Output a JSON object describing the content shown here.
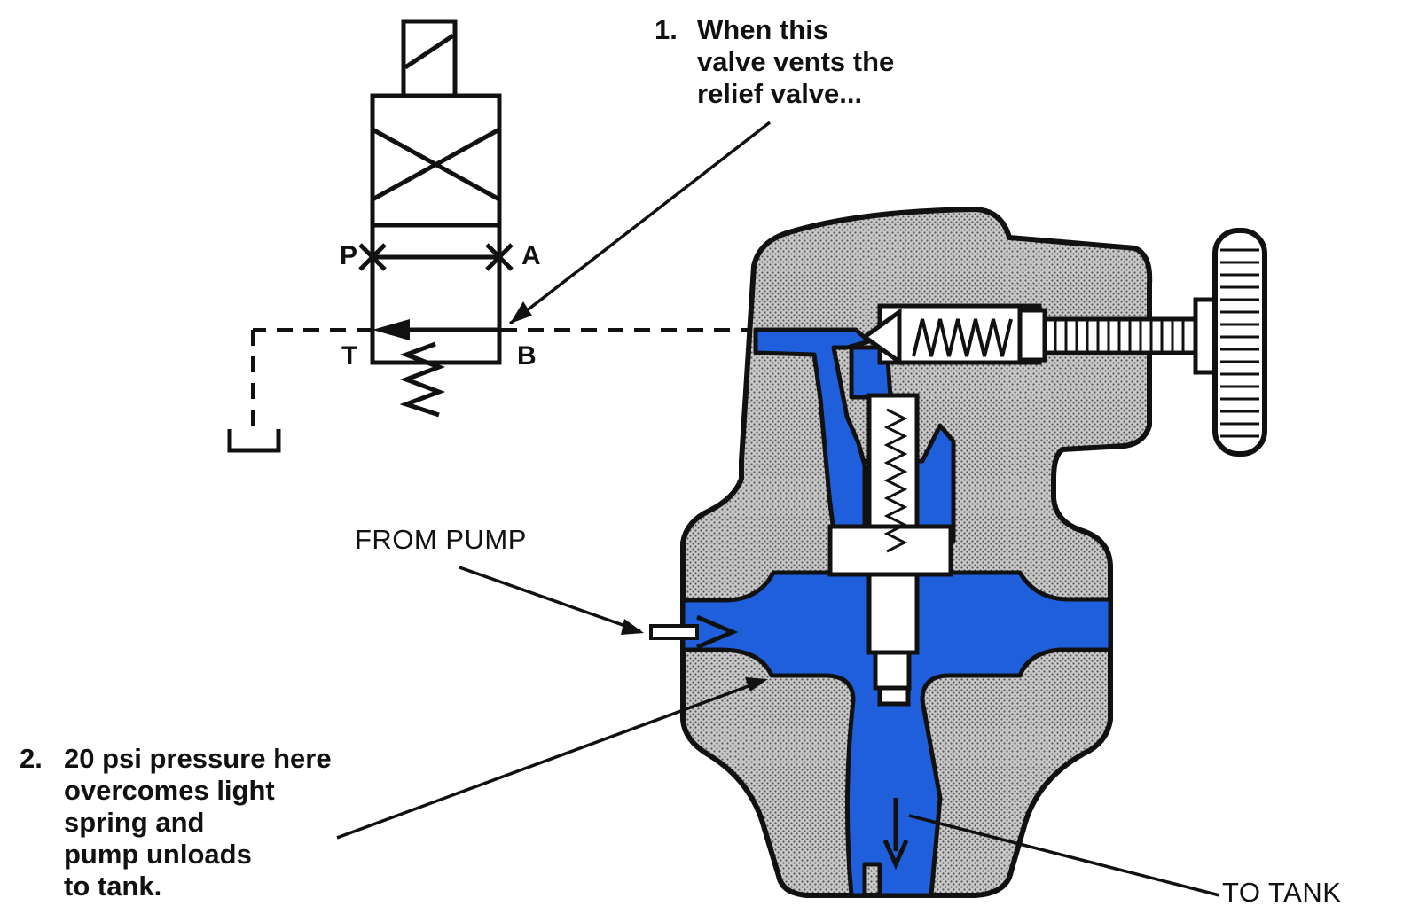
{
  "callout_1": {
    "number": "1.",
    "lines": [
      "When this",
      "valve vents the",
      "relief valve..."
    ]
  },
  "callout_2": {
    "number": "2.",
    "lines": [
      "20 psi pressure here",
      "overcomes light",
      "spring and",
      "pump unloads",
      "to tank."
    ]
  },
  "labels": {
    "from_pump": "FROM PUMP",
    "to_tank": "TO TANK"
  },
  "ports": {
    "p": "P",
    "a": "A",
    "t": "T",
    "b": "B"
  },
  "colors": {
    "fluid": "#1f5fdc",
    "body_fill": "#bdbdbd",
    "stroke": "#111111",
    "background": "#ffffff"
  }
}
